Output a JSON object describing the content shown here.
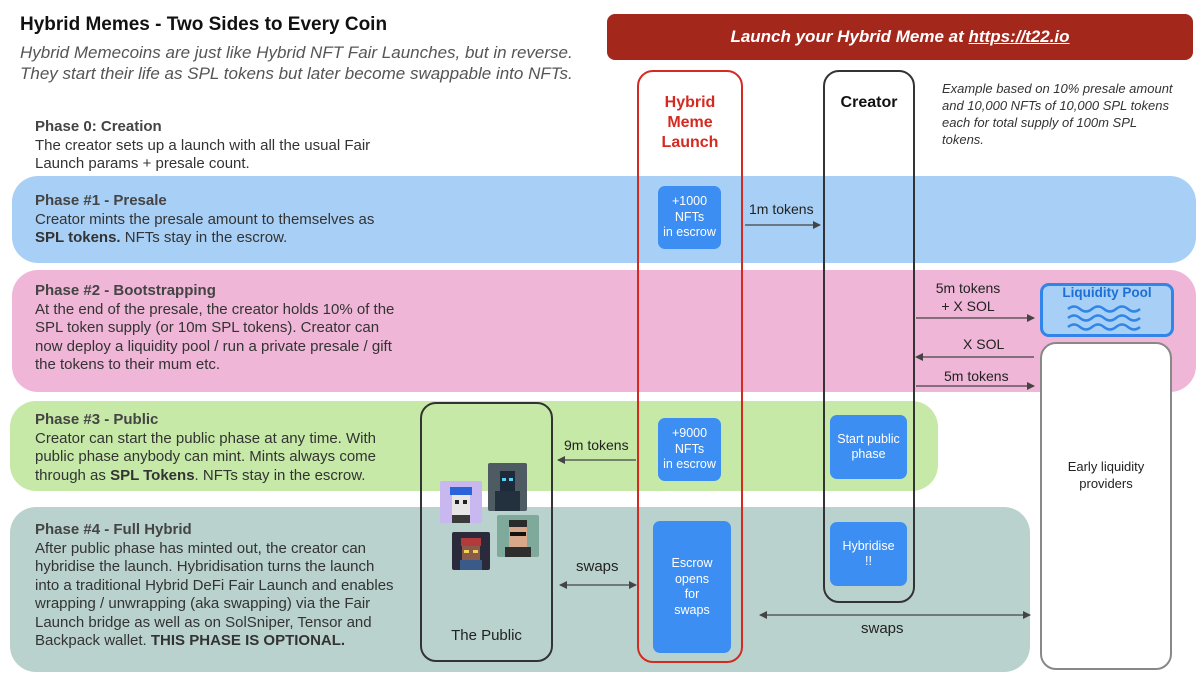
{
  "header": {
    "title": "Hybrid Memes - Two Sides to Every Coin",
    "subtitle_lines": [
      "Hybrid Memecoins are just like Hybrid NFT Fair Launches, but in reverse.",
      "They start their life as SPL tokens but later become swappable into NFTs."
    ]
  },
  "cta": {
    "prefix": "Launch your Hybrid Meme at ",
    "link": "https://t22.io"
  },
  "example_note": "Example based on 10% presale amount and 10,000 NFTs of 10,000 SPL tokens each for total supply of 100m SPL tokens.",
  "columns": {
    "hybrid": [
      "Hybrid",
      "Meme",
      "Launch"
    ],
    "creator": "Creator",
    "public": "The Public",
    "lp_providers": [
      "Early liquidity",
      "providers"
    ],
    "liquidity_pool": "Liquidity Pool"
  },
  "phases": {
    "p0": {
      "title": "Phase 0: Creation",
      "lines": [
        "The creator sets up a launch with all the usual Fair",
        "Launch params + presale count."
      ]
    },
    "p1": {
      "title": "Phase #1 - Presale",
      "line1": "Creator mints the presale amount to themselves as",
      "line2_bold": "SPL tokens.",
      "line2_rest": " NFTs stay in the escrow."
    },
    "p2": {
      "title": "Phase #2 - Bootstrapping",
      "lines": [
        "At the end of the presale, the creator holds 10% of the",
        "SPL token supply (or 10m SPL tokens). Creator can",
        "now deploy a liquidity pool / run a private presale / gift",
        "the tokens to their mum etc."
      ]
    },
    "p3": {
      "title": "Phase #3 - Public",
      "lines": [
        "Creator can start the public phase at any time. With",
        "public phase anybody can mint. Mints always come"
      ],
      "line3_pre": "through as ",
      "line3_bold": "SPL Tokens",
      "line3_post": ". NFTs stay in the escrow."
    },
    "p4": {
      "title": "Phase #4 - Full Hybrid",
      "lines": [
        "After public phase has minted out, the creator can",
        "hybridise the launch. Hybridisation turns the launch",
        "into a traditional Hybrid DeFi Fair Launch and enables",
        "wrapping / unwrapping (aka swapping) via the Fair",
        "Launch bridge as well as on SolSniper, Tensor and"
      ],
      "line6_pre": "Backpack wallet. ",
      "line6_bold": "THIS PHASE IS OPTIONAL."
    }
  },
  "boxes": {
    "nfts_presale": [
      "+1000",
      "NFTs",
      "in escrow"
    ],
    "nfts_public": [
      "+9000",
      "NFTs",
      "in escrow"
    ],
    "start_public": [
      "Start public",
      "phase"
    ],
    "hybridise": [
      "Hybridise",
      "!!"
    ],
    "escrow_opens": [
      "Escrow",
      "opens",
      "for",
      "swaps"
    ]
  },
  "flows": {
    "presale_tokens": "1m tokens",
    "lp_tokens": [
      "5m tokens",
      "+ X SOL"
    ],
    "x_sol": "X SOL",
    "providers_tokens": "5m tokens",
    "public_tokens": "9m tokens",
    "swaps_public": "swaps",
    "swaps_providers": "swaps"
  },
  "colors": {
    "presale_band": "#a8cff5",
    "bootstrap_band": "#efb6d7",
    "public_band": "#c6e9a7",
    "hybrid_band": "#bad2cd",
    "cta": "#a4271c",
    "hybrid_accent": "#d52a20",
    "box_blue": "#3d8ef2"
  },
  "icons": [
    "liquidity-waves-icon",
    "nft-avatar-icon"
  ]
}
